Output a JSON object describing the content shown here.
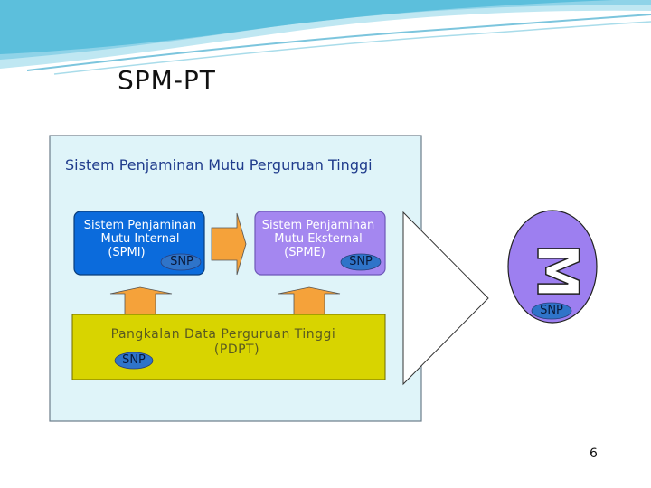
{
  "slide": {
    "title": "SPM-PT",
    "page_number": "6"
  },
  "diagram": {
    "main_box_title": "Sistem Penjaminan Mutu Perguruan Tinggi",
    "spmi": {
      "label_line1": "Sistem Penjaminan",
      "label_line2": "Mutu Internal",
      "label_line3": "(SPMI)",
      "badge": "SNP"
    },
    "spme": {
      "label_line1": "Sistem Penjaminan",
      "label_line2": "Mutu Eksternal",
      "label_line3": "(SPME)",
      "badge": "SNP"
    },
    "pdpt": {
      "label_line1": "Pangkalan Data Perguruan Tinggi",
      "label_line2": "(PDPT)",
      "badge": "SNP"
    },
    "m_block": {
      "letter": "M",
      "badge": "SNP"
    }
  },
  "colors": {
    "main_box_fill": "#dff4f9",
    "spmi_fill": "#0b6bdc",
    "spme_fill": "#a487f0",
    "pdpt_fill": "#d8d400",
    "orange_arrow": "#f5a23a",
    "m_ellipse": "#9d7ff0",
    "snp_badge": "#2f74c9"
  }
}
